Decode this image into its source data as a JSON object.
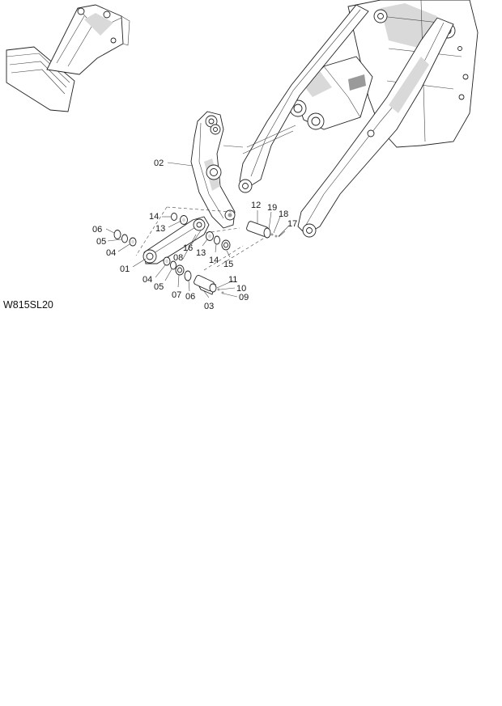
{
  "drawing_code": "W815SL20",
  "callouts": {
    "c01": "01",
    "c02": "02",
    "c03": "03",
    "c04a": "04",
    "c04b": "04",
    "c05a": "05",
    "c05b": "05",
    "c06a": "06",
    "c06b": "06",
    "c07": "07",
    "c08": "08",
    "c09": "09",
    "c10": "10",
    "c11": "11",
    "c12": "12",
    "c13a": "13",
    "c13b": "13",
    "c14a": "14",
    "c14b": "14",
    "c15": "15",
    "c16": "16",
    "c17": "17",
    "c18": "18",
    "c19": "19"
  },
  "colors": {
    "line": "#222222",
    "shade": "#d9d9d9",
    "background": "#ffffff"
  }
}
